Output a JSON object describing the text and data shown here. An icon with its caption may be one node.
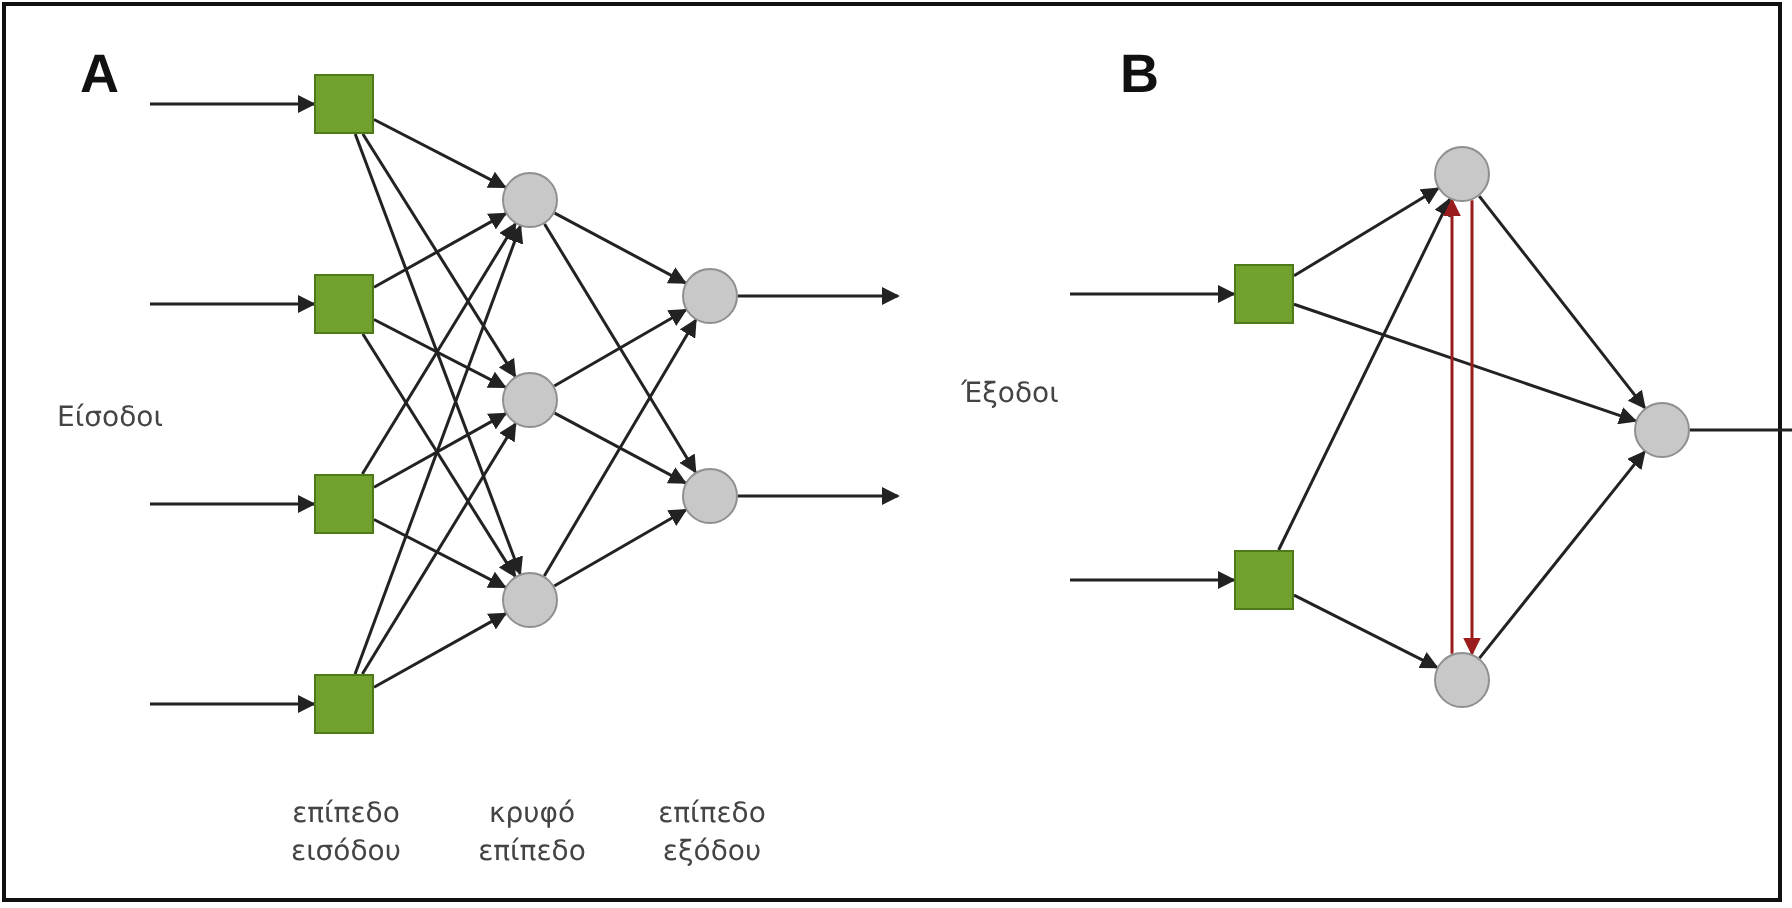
{
  "diagram": {
    "nodes": [
      {
        "text": [],
        "shape": "box"
      },
      {
        "text": [],
        "shape": "box"
      },
      {
        "text": [],
        "shape": "box"
      },
      {
        "text": [],
        "shape": "box"
      },
      {
        "text": [],
        "shape": "circle"
      },
      {
        "text": [],
        "shape": "circle"
      },
      {
        "text": [],
        "shape": "circle"
      },
      {
        "text": [],
        "shape": "circle"
      },
      {
        "text": [],
        "shape": "circle"
      },
      {
        "text": [],
        "shape": "box"
      },
      {
        "text": [],
        "shape": "box"
      },
      {
        "text": [],
        "shape": "circle"
      },
      {
        "text": [],
        "shape": "circle"
      },
      {
        "text": [],
        "shape": "circle"
      }
    ],
    "edges": [
      {
        "from": null,
        "to": 0,
        "arrow": "to"
      },
      {
        "from": null,
        "to": 1,
        "arrow": "to"
      },
      {
        "from": null,
        "to": 2,
        "arrow": "to"
      },
      {
        "from": null,
        "to": 3,
        "arrow": "to"
      },
      {
        "from": 0,
        "to": 4,
        "arrow": "to"
      },
      {
        "from": 0,
        "to": 5,
        "arrow": "to"
      },
      {
        "from": 0,
        "to": 6,
        "arrow": "to"
      },
      {
        "from": 1,
        "to": 4,
        "arrow": "to"
      },
      {
        "from": 1,
        "to": 5,
        "arrow": "to"
      },
      {
        "from": 1,
        "to": 6,
        "arrow": "to"
      },
      {
        "from": 2,
        "to": 4,
        "arrow": "to"
      },
      {
        "from": 2,
        "to": 5,
        "arrow": "to"
      },
      {
        "from": 2,
        "to": 6,
        "arrow": "to"
      },
      {
        "from": 3,
        "to": 4,
        "arrow": "to"
      },
      {
        "from": 3,
        "to": 5,
        "arrow": "to"
      },
      {
        "from": 3,
        "to": 6,
        "arrow": "to"
      },
      {
        "from": 4,
        "to": 7,
        "arrow": "to"
      },
      {
        "from": 4,
        "to": 8,
        "arrow": "to"
      },
      {
        "from": 5,
        "to": 7,
        "arrow": "to"
      },
      {
        "from": 5,
        "to": 8,
        "arrow": "to"
      },
      {
        "from": 6,
        "to": 7,
        "arrow": "to"
      },
      {
        "from": 6,
        "to": 8,
        "arrow": "to"
      },
      {
        "from": 7,
        "to": null,
        "arrow": "to"
      },
      {
        "from": 8,
        "to": null,
        "arrow": "to"
      },
      {
        "from": null,
        "to": 9,
        "arrow": "to"
      },
      {
        "from": null,
        "to": 10,
        "arrow": "to"
      },
      {
        "from": 9,
        "to": 11,
        "arrow": "to"
      },
      {
        "from": 9,
        "to": 13,
        "arrow": "to"
      },
      {
        "from": 10,
        "to": 11,
        "arrow": "to"
      },
      {
        "from": 10,
        "to": 12,
        "arrow": "to"
      },
      {
        "from": 11,
        "to": 13,
        "arrow": "to"
      },
      {
        "from": 12,
        "to": 13,
        "arrow": "to"
      },
      {
        "from": 12,
        "to": 11,
        "arrow": "to",
        "color": "#9b1c1c"
      },
      {
        "from": 11,
        "to": 12,
        "arrow": "to",
        "color": "#9b1c1c"
      },
      {
        "from": 13,
        "to": null,
        "arrow": "to"
      }
    ],
    "labels": [
      "A",
      "B",
      "Είσοδοι",
      "Έξοδοι",
      "επίπεδο εισόδου",
      "κρυφό επίπεδο",
      "επίπεδο εξόδου"
    ]
  }
}
